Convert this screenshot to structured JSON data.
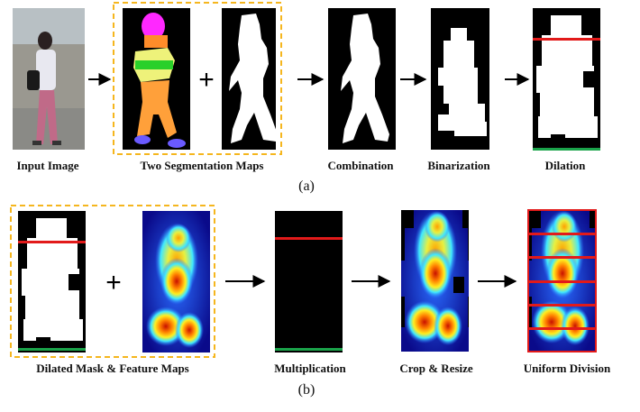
{
  "row_a": {
    "steps": [
      {
        "label": "Input Image"
      },
      {
        "label": "Two Segmentation Maps"
      },
      {
        "label": "Combination"
      },
      {
        "label": "Binarization"
      },
      {
        "label": "Dilation"
      }
    ],
    "plus_symbol": "+",
    "panel_label": "(a)"
  },
  "row_b": {
    "steps": [
      {
        "label": "Dilated Mask & Feature Maps"
      },
      {
        "label": "Multiplication"
      },
      {
        "label": "Crop & Resize"
      },
      {
        "label": "Uniform Division"
      }
    ],
    "plus_symbol": "+",
    "panel_label": "(b)"
  },
  "colors": {
    "dashed_box": "#f5b61e",
    "arrow": "#000000",
    "top_line": "#e21a1a",
    "bottom_line": "#1aa34a",
    "division_line": "#e21a1a",
    "mask_background": "#000000",
    "mask_foreground": "#ffffff"
  }
}
